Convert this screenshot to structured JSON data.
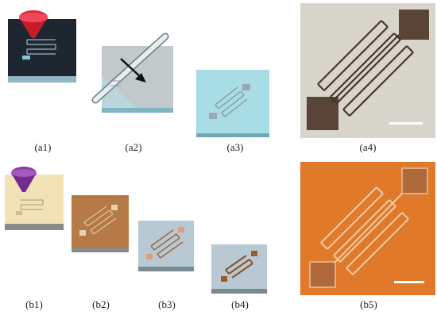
{
  "panels": {
    "a1": {
      "label": "(a1)"
    },
    "a2": {
      "label": "(a2)"
    },
    "a3": {
      "label": "(a3)"
    },
    "a4": {
      "label": "(a4)"
    },
    "b1": {
      "label": "(b1)"
    },
    "b2": {
      "label": "(b2)"
    },
    "b3": {
      "label": "(b3)"
    },
    "b4": {
      "label": "(b4)"
    },
    "b5": {
      "label": "(b5)"
    }
  },
  "colors": {
    "dark_substrate": "#1e2630",
    "cyan_substrate": "#a8dde6",
    "beige_substrate": "#f2e3b6",
    "brown_substrate": "#b57a45",
    "grey_substrate": "#b9c9d3",
    "nozzle_red": "#e0283a",
    "nozzle_purple": "#8a3aa6",
    "photo_a4_bg": "#d8d5cc",
    "photo_b5_bg": "#e07a2a"
  }
}
